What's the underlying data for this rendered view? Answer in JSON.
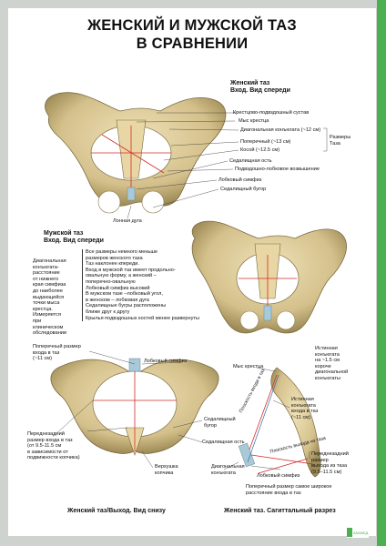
{
  "title_line1": "ЖЕНСКИЙ И МУЖСКОЙ ТАЗ",
  "title_line2": "В СРАВНЕНИИ",
  "female_front": {
    "heading1": "Женский таз",
    "heading2": "Вход. Вид спереди",
    "labels": [
      "Крестцово-подвздошный сустав",
      "Мыс крестца",
      "Диагональная конъюгата (~12 см)",
      "Поперечный (~13 см)",
      "Косой (~12.5 см)",
      "Седалищная ость",
      "Подвздошно-лобковое возвышение",
      "Лобковый симфиз",
      "Седалищный бугор"
    ],
    "bracket_label": "Размеры\nТаза",
    "bottom_label": "Лонная дуга"
  },
  "male_front": {
    "heading1": "Мужской таз",
    "heading2": "Вход. Вид спереди",
    "left_note": "Диагональная\nконъюгата-\nрасстояние\nот нижнего\nкрая симфиза\nдо наиболее\nвыдающейся\nточки мыса\nкрестца.\nИзмеряется\nпри\nклиническом\nобследовании",
    "middle_note": "Все размеры немного меньше\nразмеров женского таза\nТаз наклонен кпереди.\nВход в мужской таз имеет продольно-\nовальную форму, а женский –\nпоперечно-овальную\nЛобковый симфиз высокий\nВ мужском тазе –лобковый угол,\nв женском – лобковая дуга\nСедалищные бугры расположены\nближе друг к другу\nКрылья подвздошных костей менее развернуты"
  },
  "bottom_left": {
    "labels": {
      "transverse": "Поперечный размер\nвхода в таз\n(~11 см)",
      "symphysis": "Лобковый симфиз",
      "ap": "Переднезадний\nразмер входа в таз\n(от 9.5-11.5 см\nв зависимости от\nподвижности копчика)",
      "tuber": "Седалищный\nбугор",
      "spine": "Седалищная ость",
      "coccyx": "Верхушка\nкопчика"
    },
    "caption": "Женский таз/Выход. Вид снизу"
  },
  "bottom_right": {
    "labels": {
      "promontory": "Мыс крестца",
      "true_conj": "Истинная\nконъюгата\nна ~1.5 см\nкороче\nдиагональной\nконъюгаты",
      "true_conj2": "Истинная\nконъюгата\nвхода в таз\n(~11 см)",
      "diag": "Диагональная\nконъюгата",
      "symph": "Лобковый симфиз",
      "ap_out": "Переднезадний\nразмер\nвыхода из таза\n(9.5–11.5 см)",
      "plane1": "Плоскость входа в таз",
      "plane2": "Плоскость выхода из таза",
      "transverse_note": "Поперечный размер самое широкое\nрасстояние входа в таз"
    },
    "caption": "Женский таз. Сагиттальный разрез"
  },
  "logo_text": "АКАМЕД",
  "colors": {
    "accent": "#4caf50",
    "bone": "#d9c89a",
    "bone_dark": "#8a7a4e",
    "line_red": "#d32a2a"
  }
}
